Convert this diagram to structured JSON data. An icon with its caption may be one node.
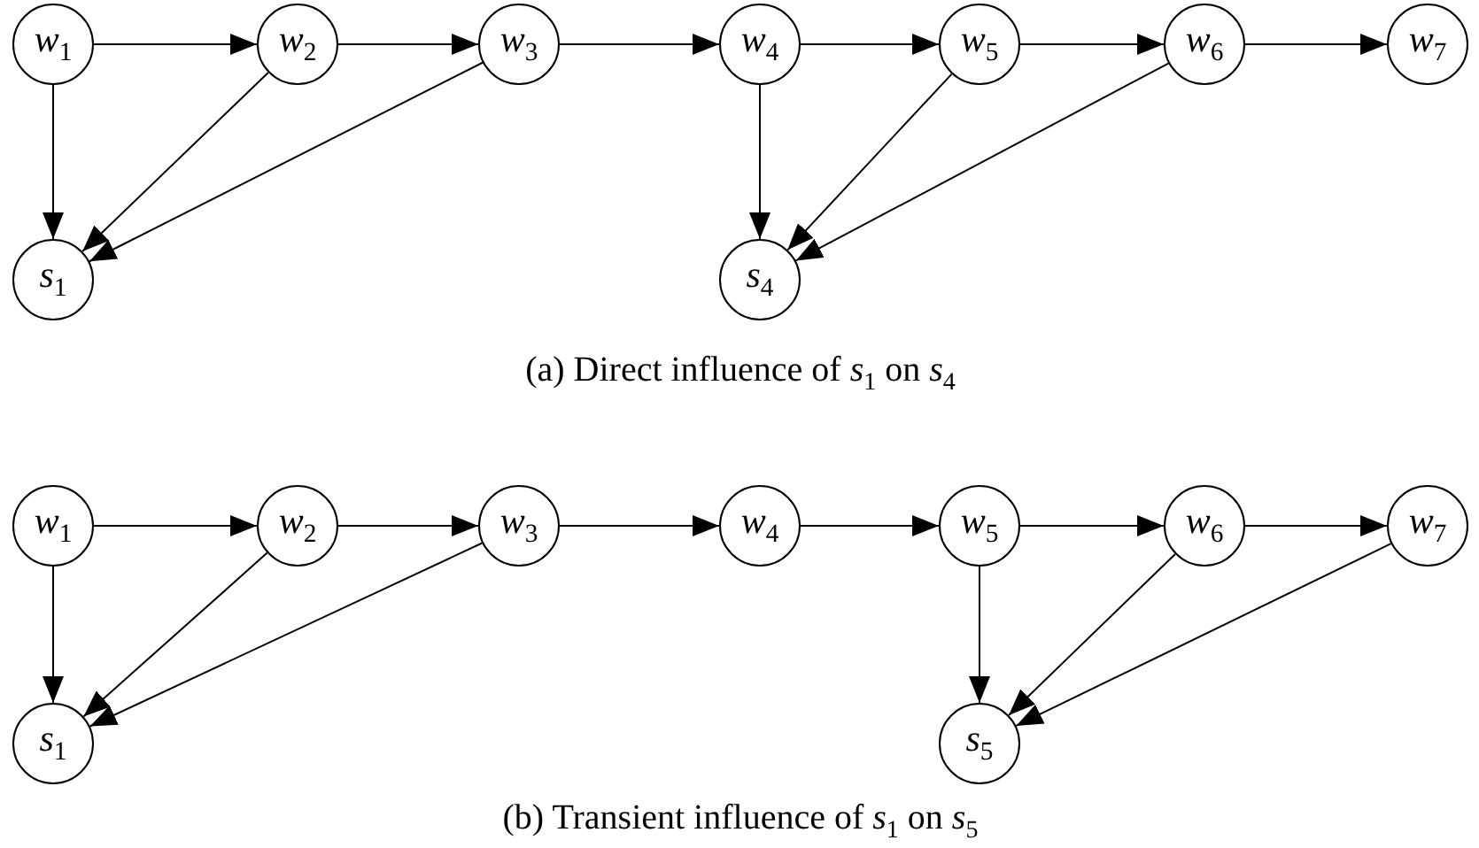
{
  "diagram": {
    "nodes": [
      {
        "text": [
          "*w*$_{1}$"
        ]
      },
      {
        "text": [
          "*w*$_{2}$"
        ]
      },
      {
        "text": [
          "*w*$_{3}$"
        ]
      },
      {
        "text": [
          "*w*$_{4}$"
        ]
      },
      {
        "text": [
          "*w*$_{5}$"
        ]
      },
      {
        "text": [
          "*w*$_{6}$"
        ]
      },
      {
        "text": [
          "*w*$_{7}$"
        ]
      },
      {
        "text": [
          "*s*$_{1}$"
        ]
      },
      {
        "text": [
          "*s*$_{4}$"
        ]
      },
      {
        "text": [
          "*w*$_{1}$"
        ]
      },
      {
        "text": [
          "*w*$_{2}$"
        ]
      },
      {
        "text": [
          "*w*$_{3}$"
        ]
      },
      {
        "text": [
          "*w*$_{4}$"
        ]
      },
      {
        "text": [
          "*w*$_{5}$"
        ]
      },
      {
        "text": [
          "*w*$_{6}$"
        ]
      },
      {
        "text": [
          "*w*$_{7}$"
        ]
      },
      {
        "text": [
          "*s*$_{1}$"
        ]
      },
      {
        "text": [
          "*s*$_{5}$"
        ]
      }
    ],
    "edges": [
      {
        "from": 0,
        "to": 1,
        "arrow": "to"
      },
      {
        "from": 1,
        "to": 2,
        "arrow": "to"
      },
      {
        "from": 2,
        "to": 3,
        "arrow": "to"
      },
      {
        "from": 3,
        "to": 4,
        "arrow": "to"
      },
      {
        "from": 4,
        "to": 5,
        "arrow": "to"
      },
      {
        "from": 5,
        "to": 6,
        "arrow": "to"
      },
      {
        "from": 0,
        "to": 7,
        "arrow": "to"
      },
      {
        "from": 1,
        "to": 7,
        "arrow": "to"
      },
      {
        "from": 2,
        "to": 7,
        "arrow": "to"
      },
      {
        "from": 3,
        "to": 8,
        "arrow": "to"
      },
      {
        "from": 4,
        "to": 8,
        "arrow": "to"
      },
      {
        "from": 5,
        "to": 8,
        "arrow": "to"
      },
      {
        "from": 9,
        "to": 10,
        "arrow": "to"
      },
      {
        "from": 10,
        "to": 11,
        "arrow": "to"
      },
      {
        "from": 11,
        "to": 12,
        "arrow": "to"
      },
      {
        "from": 12,
        "to": 13,
        "arrow": "to"
      },
      {
        "from": 13,
        "to": 14,
        "arrow": "to"
      },
      {
        "from": 14,
        "to": 15,
        "arrow": "to"
      },
      {
        "from": 9,
        "to": 16,
        "arrow": "to"
      },
      {
        "from": 10,
        "to": 16,
        "arrow": "to"
      },
      {
        "from": 11,
        "to": 16,
        "arrow": "to"
      },
      {
        "from": 13,
        "to": 17,
        "arrow": "to"
      },
      {
        "from": 14,
        "to": 17,
        "arrow": "to"
      },
      {
        "from": 15,
        "to": 17,
        "arrow": "to"
      }
    ],
    "labels": [
      "(a) Direct influence of *s*$_{1}$ on *s*$_{4}$",
      "(b) Transient influence of *s*$_{1}$ on *s*$_{5}$"
    ]
  }
}
